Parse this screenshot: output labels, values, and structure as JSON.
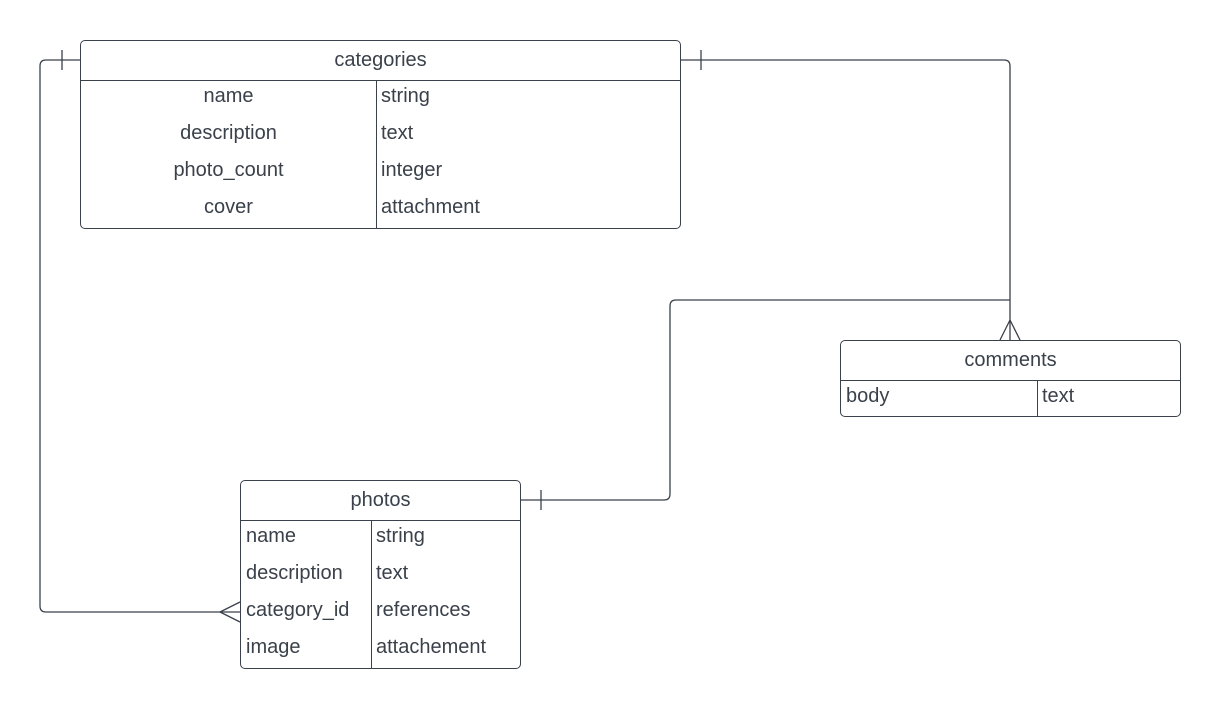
{
  "entities": {
    "categories": {
      "title": "categories",
      "rows": [
        {
          "field": "name",
          "type": "string"
        },
        {
          "field": "description",
          "type": "text"
        },
        {
          "field": "photo_count",
          "type": "integer"
        },
        {
          "field": "cover",
          "type": "attachment"
        }
      ]
    },
    "comments": {
      "title": "comments",
      "rows": [
        {
          "field": "body",
          "type": "text"
        }
      ]
    },
    "photos": {
      "title": "photos",
      "rows": [
        {
          "field": "name",
          "type": "string"
        },
        {
          "field": "description",
          "type": "text"
        },
        {
          "field": "category_id",
          "type": "references"
        },
        {
          "field": "image",
          "type": "attachement"
        }
      ]
    }
  },
  "relationships": [
    {
      "from": "categories",
      "to": "photos",
      "from_cardinality": "one",
      "to_cardinality": "many"
    },
    {
      "from": "categories",
      "to": "comments",
      "from_cardinality": "one",
      "to_cardinality": "many"
    },
    {
      "from": "photos",
      "to": "comments",
      "from_cardinality": "one",
      "to_cardinality": "many"
    }
  ],
  "colors": {
    "line": "#3a414a",
    "background": "#ffffff",
    "text": "#3a414a"
  }
}
